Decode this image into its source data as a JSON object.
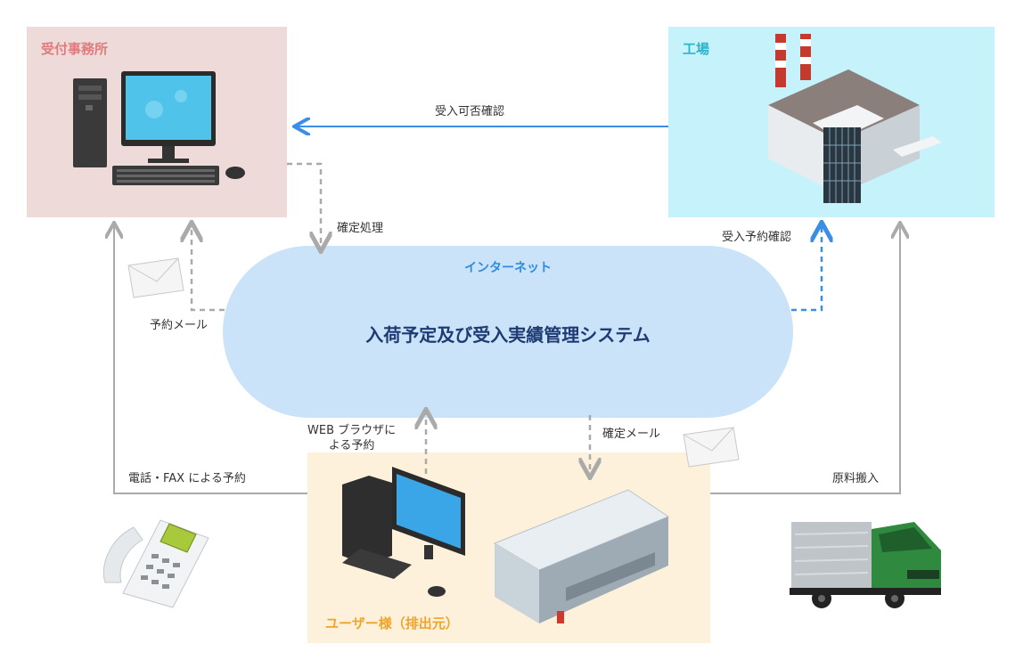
{
  "boxes": {
    "office": "受付事務所",
    "factory": "工場",
    "user": "ユーザー様（排出元）"
  },
  "cloud": {
    "label": "インターネット",
    "system": "入荷予定及び受入実績管理システム"
  },
  "edges": {
    "acceptance_check": "受入可否確認",
    "confirm_process": "確定処理",
    "reservation_check": "受入予約確認",
    "reservation_mail": "予約メール",
    "web_booking": "WEB ブラウザに\nよる予約",
    "confirm_mail": "確定メール",
    "phone_fax_booking": "電話・FAX による予約",
    "material_delivery": "原料搬入"
  },
  "colors": {
    "office_bg": "#efdada",
    "factory_bg": "#c6f3fb",
    "user_bg": "#fdf1db",
    "cloud_bg": "#cbe3f8",
    "arrow_blue": "#3a8ee6",
    "arrow_gray": "#aaaaaa"
  },
  "icons": [
    "desktop-computer-icon",
    "factory-icon",
    "telephone-icon",
    "truck-icon",
    "warehouse-icon",
    "envelope-icon"
  ]
}
